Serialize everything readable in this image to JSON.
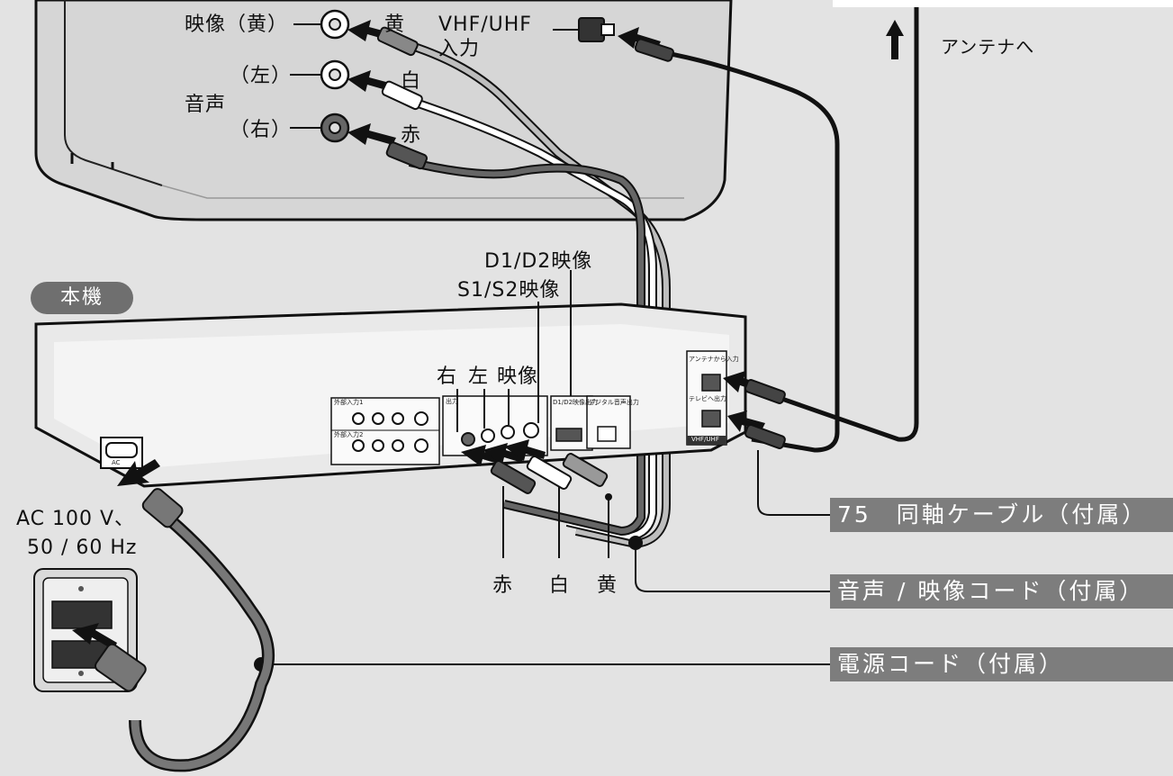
{
  "tv": {
    "video_yellow_label": "映像（黄）",
    "yellow": "黄",
    "vhf_uhf_input": "VHF/UHF\n入力",
    "vhf_uhf_line1": "VHF/UHF",
    "vhf_uhf_line2": "入力",
    "left_label": "（左）",
    "white": "白",
    "audio": "音声",
    "right_label": "（右）",
    "red": "赤"
  },
  "antenna": {
    "label": "アンテナへ"
  },
  "unit": {
    "badge": "本機",
    "d1d2": "D1/D2映像",
    "s1s2": "S1/S2映像",
    "jack_right": "右",
    "jack_left": "左",
    "jack_video": "映像",
    "small_labels": {
      "digital_out": "デジタル音声出力",
      "d1d2_out": "D1/D2映像出力",
      "antenna_in": "アンテナから入力",
      "tv_out": "テレビへ出力",
      "vhf_uhf": "VHF/UHF",
      "ext_in": "外部入力1",
      "ext_in2": "外部入力2",
      "out": "出力",
      "ac": "AC"
    }
  },
  "power": {
    "ac_line1": "AC 100 V、",
    "ac_line2": "50 / 60 Hz"
  },
  "cables": {
    "red": "赤",
    "white": "白",
    "yellow": "黄"
  },
  "legend": {
    "coax": "75　同軸ケーブル（付属）",
    "av_cord": "音声 / 映像コード（付属）",
    "power_cord": "電源コード（付属）"
  },
  "colors": {
    "bar": "#7d7d7d",
    "background": "#e3e3e3",
    "panel": "#f2f2f2",
    "tv_body": "#d8d8d8"
  }
}
